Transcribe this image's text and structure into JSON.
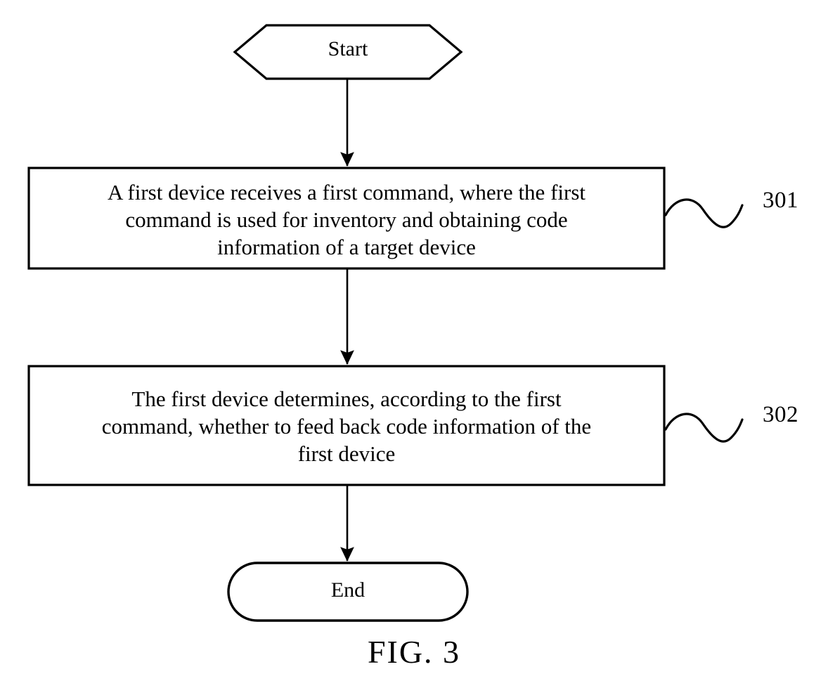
{
  "figure": {
    "caption": "FIG. 3",
    "type": "flowchart",
    "background_color": "#ffffff",
    "stroke_color": "#000000"
  },
  "nodes": [
    {
      "id": "start",
      "shape": "hexagon",
      "label": "Start"
    },
    {
      "id": "step-301",
      "shape": "rectangle",
      "label": "A first device receives a first command, where the first command is used for inventory and obtaining code information of a target device",
      "lines": [
        "A first device receives a first command, where the first",
        "command is used for inventory and obtaining code",
        "information of a target device"
      ],
      "reference_number": "301"
    },
    {
      "id": "step-302",
      "shape": "rectangle",
      "label": "The first device determines, according to the first command, whether to feed back code information of the first device",
      "lines": [
        "The first device determines, according to the first",
        "command, whether to feed back code information of the",
        "first device"
      ],
      "reference_number": "302"
    },
    {
      "id": "end",
      "shape": "stadium",
      "label": "End"
    }
  ],
  "connectors": [
    {
      "id": "start-to-301",
      "from": "start",
      "to": "step-301",
      "style": "solid-arrow"
    },
    {
      "id": "301-to-302",
      "from": "step-301",
      "to": "step-302",
      "style": "solid-arrow"
    },
    {
      "id": "302-to-end",
      "from": "step-302",
      "to": "end",
      "style": "solid-arrow"
    }
  ],
  "leader_lines": [
    {
      "id": "leader-301",
      "target": "step-301",
      "label": "301",
      "style": "squiggle"
    },
    {
      "id": "leader-302",
      "target": "step-302",
      "label": "302",
      "style": "squiggle"
    }
  ]
}
